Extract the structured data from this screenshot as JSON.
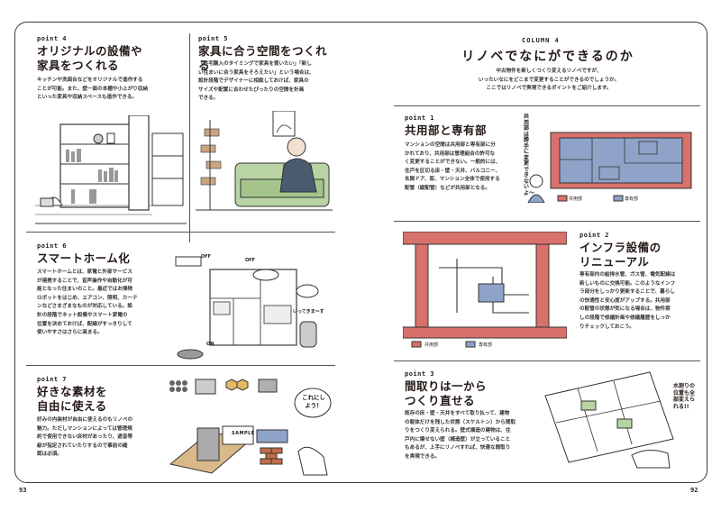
{
  "column": {
    "label": "COLUMN 4",
    "title": "リノベでなにができるのか",
    "intro": [
      "中古物件を新しくつくり変えるリノベですが、",
      "いったいなにをどこまで変更することができるのでしょうか。",
      "ここではリノベで実現できるポイントをご紹介します。"
    ]
  },
  "points": {
    "p4": {
      "label": "point 4",
      "title": [
        "オリジナルの設備や",
        "家具をつくれる"
      ],
      "body": [
        "キッチンや洗面台などをオリジナルで造作する",
        "ことが可能。また、壁一面の本棚や小上がり収納",
        "といった家具や収納スペースも造作できる。"
      ]
    },
    "p5": {
      "label": "point 5",
      "title": [
        "家具に合う空間をつくれる"
      ],
      "body": [
        "「住宅購入のタイミングで家具を買いたい」「新し",
        "い住まいに合う家具をそろえたい」という場合は、",
        "設計段階でデザイナーに相談しておけば、家具の",
        "サイズや配置に合わせたぴったりの空間を計画",
        "できる。"
      ]
    },
    "p6": {
      "label": "point 6",
      "title": [
        "スマートホーム化"
      ],
      "body": [
        "スマートホームとは、家電と外部サービス",
        "が連携することで、音声操作や自動化が可",
        "能となった住まいのこと。最近ではお掃除",
        "ロボットをはじめ、エアコン、照明、カーテ",
        "ンなどさまざまなものが対応している。設",
        "計の段階でネット設備やスマート家電の",
        "位置を決めておけば、配線がすっきりして",
        "使いやすさはさらに高まる。"
      ]
    },
    "p7": {
      "label": "point 7",
      "title": [
        "好きな素材を",
        "自由に使える"
      ],
      "body": [
        "好みの内装材が自由に使えるのもリノベの",
        "魅力。ただしマンションによっては管理規",
        "約で使用できない床材があったり、遮音等",
        "級が指定されていたりするので事前の確",
        "認は必須。"
      ]
    },
    "p1": {
      "label": "point 1",
      "title": [
        "共用部と専有部"
      ],
      "body": [
        "マンションの空間は共用部と専有部に分",
        "かれており、共用部は管理組合の許可な",
        "く変更することができない。一般的には、",
        "住戸を区切る床・壁・天井、バルコニー、",
        "玄関ドア、窓、マンション全体で使用する",
        "配管（縦配管）などが共用部となる。"
      ]
    },
    "p2": {
      "label": "point 2",
      "title": [
        "インフラ設備の",
        "リニューアル"
      ],
      "body": [
        "専有部内の給排水管、ガス管、電気配線は",
        "新しいものに交換可能。このようなインフ",
        "ラ部分をしっかり更新することで、暮らし",
        "の快適性と安心度がアップする。共用部",
        "の配管の状態が気になる場合は、物件探",
        "しの段階で修繕計画や修繕履歴をしっか",
        "りチェックしておこう。"
      ]
    },
    "p3": {
      "label": "point 3",
      "title": [
        "間取りは一から",
        "つくり直せる"
      ],
      "body": [
        "既存の床・壁・天井をすべて取り払って、建物",
        "の躯体だけを残した状態（スケルトン）から間取",
        "りをつくり変えられる。壁式構造の建物は、住",
        "戸内に壊せない壁（構造壁）が立っていること",
        "もあるが、上手にリノベすれば、快適な間取り",
        "を実現できる。"
      ]
    }
  },
  "illustrations": {
    "speech_p1": "共用部は勝手に変更できないよ〜",
    "speech_p6_off1": "OFF",
    "speech_p6_off2": "OFF",
    "speech_p6_on": "ON",
    "speech_p6_voice": "いってきま〜す",
    "speech_p7": "これにしよう！",
    "speech_p3": "水廻りの位置も全部変えられる!!",
    "legend_common": "共用部",
    "legend_private": "専有部",
    "sample_label": "SAMPLE"
  },
  "colors": {
    "common": "#d9716b",
    "private": "#8fa3c9",
    "sofa": "#b9d3a3",
    "ink": "#231815"
  },
  "pages": {
    "left": "93",
    "right": "92"
  }
}
